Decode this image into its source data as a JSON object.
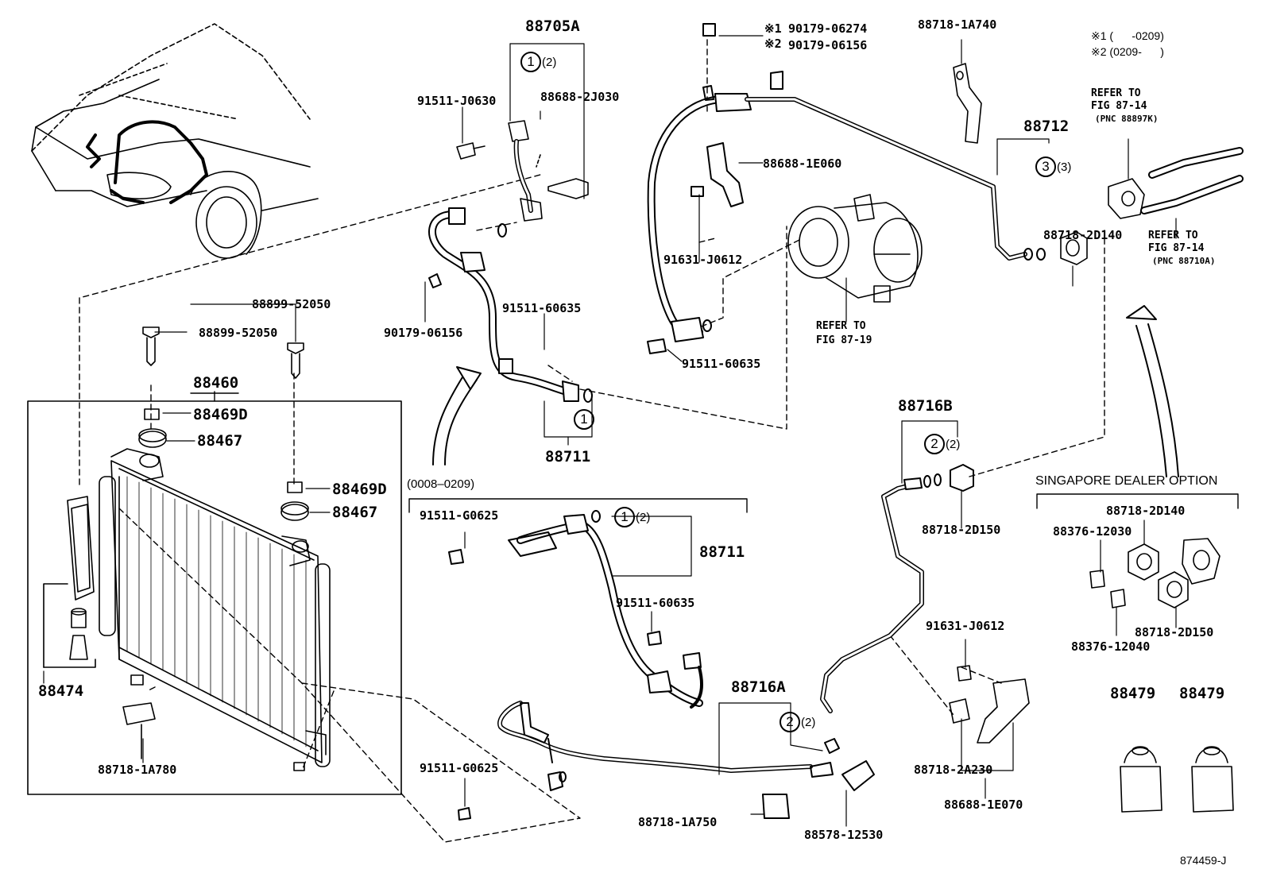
{
  "title": "",
  "notes": {
    "note1": "※1 (      -0209)",
    "note2": "※2 (0209-      )",
    "period": "(0008–0209)",
    "singapore": "SINGAPORE DEALER OPTION",
    "diagram_id": "874459-J"
  },
  "refs": {
    "ref_87_14a_l1": "REFER TO",
    "ref_87_14a_l2": "FIG 87-14",
    "ref_87_14a_l3": "(PNC 88897K)",
    "ref_87_14b_l1": "REFER TO",
    "ref_87_14b_l2": "FIG 87-14",
    "ref_87_14b_l3": "(PNC 88710A)",
    "ref_87_19_l1": "REFER TO",
    "ref_87_19_l2": "FIG 87-19"
  },
  "parts": {
    "p88705A": "88705A",
    "p91511_J0630": "91511-J0630",
    "p88688_2J030": "88688-2J030",
    "p90179_06156_a": "90179-06156",
    "p91511_60635_a": "91511-60635",
    "p88711_a": "88711",
    "p88899_52050_a": "88899-52050",
    "p88899_52050_b": "88899-52050",
    "p88460": "88460",
    "p88469D_a": "88469D",
    "p88467_a": "88467",
    "p88469D_b": "88469D",
    "p88467_b": "88467",
    "p88474": "88474",
    "p88718_1A780": "88718-1A780",
    "p90179_06274": "90179-06274",
    "p90179_06156_b": "90179-06156",
    "mark1": "※1",
    "mark2": "※2",
    "p88718_1A740": "88718-1A740",
    "p88688_1E060": "88688-1E060",
    "p91631_J0612_a": "91631-J0612",
    "p91511_60635_b": "91511-60635",
    "p88712": "88712",
    "p88718_2D140_a": "88718-2D140",
    "p88716B": "88716B",
    "p88718_2D150_a": "88718-2D150",
    "p91511_G0625_a": "91511-G0625",
    "p88711_b": "88711",
    "p91511_60635_c": "91511-60635",
    "p91511_G0625_b": "91511-G0625",
    "p88716A": "88716A",
    "p88718_1A750": "88718-1A750",
    "p88578_12530": "88578-12530",
    "p91631_J0612_b": "91631-J0612",
    "p88718_2A230": "88718-2A230",
    "p88688_1E070": "88688-1E070",
    "p88718_2D140_b": "88718-2D140",
    "p88376_12030": "88376-12030",
    "p88376_12040": "88376-12040",
    "p88718_2D150_b": "88718-2D150",
    "p88479_a": "88479",
    "p88479_b": "88479"
  },
  "callouts": {
    "c1a": {
      "num": "1",
      "qty": "(2)"
    },
    "c1b": {
      "num": "1",
      "qty": ""
    },
    "c1c": {
      "num": "1",
      "qty": "(2)"
    },
    "c2a": {
      "num": "2",
      "qty": "(2)"
    },
    "c2b": {
      "num": "2",
      "qty": "(2)"
    },
    "c3": {
      "num": "3",
      "qty": "(3)"
    }
  }
}
